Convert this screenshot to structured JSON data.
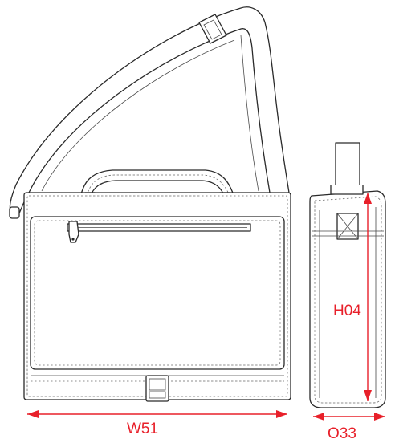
{
  "figure": {
    "dimensions": {
      "width": {
        "label": "W51"
      },
      "height": {
        "label": "H04"
      },
      "depth": {
        "label": "O33"
      }
    },
    "colors": {
      "outline": "#2a2a2a",
      "dimension": "#e8202a"
    }
  }
}
